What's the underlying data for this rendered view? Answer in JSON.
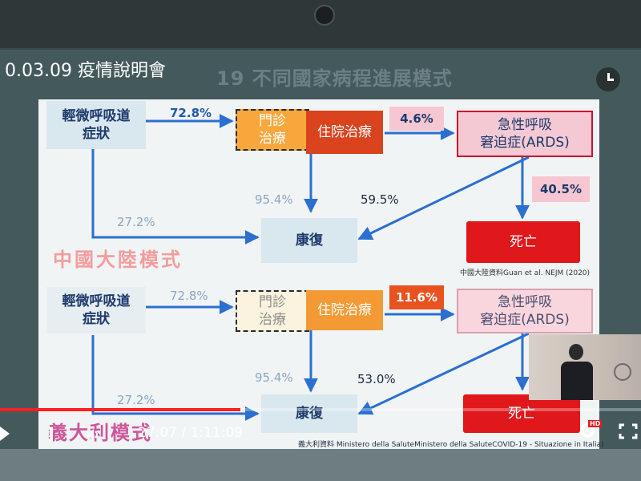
{
  "video": {
    "title": "0.03.09 疫情說明會",
    "slide_heading": "19 不同國家病程進展模式",
    "time_current": "27:07",
    "time_separator": " / ",
    "time_total": "1:11:09",
    "progress_fraction": 0.375,
    "hd_badge": "HD",
    "overlay_text": "義大利模式"
  },
  "colors": {
    "progress": "#ff1f1f",
    "death": "#e0171b",
    "inpatient_china": "#d9431e",
    "inpatient_italy": "#f39a34",
    "region_label": "#f39c9c",
    "percent_blue": "#1f5aa8"
  },
  "diagram_china": {
    "start": "輕微呼吸道\n症狀",
    "outpatient": "門診\n治療",
    "inpatient": "住院治療",
    "ards": "急性呼吸\n窘迫症(ARDS)",
    "recovery": "康復",
    "death": "死亡",
    "pct_start_to_outpatient": "72.8%",
    "pct_inpatient_to_ards": "4.6%",
    "pct_ards_to_death": "40.5%",
    "pct_to_recovery_from_inpatient": "95.4%",
    "pct_ards_to_recovery": "59.5%",
    "pct_start_to_recovery": "27.2%",
    "region_label": "中國大陸模式",
    "citation": "中國大陸資料Guan et al. NEJM (2020)"
  },
  "diagram_italy": {
    "start": "輕微呼吸道\n症狀",
    "outpatient": "門診\n治療",
    "inpatient": "住院治療",
    "ards": "急性呼吸\n窘迫症(ARDS)",
    "recovery": "康復",
    "death": "死亡",
    "pct_start_to_outpatient": "72.8%",
    "pct_inpatient_to_ards": "11.6%",
    "pct_to_recovery_from_inpatient": "95.4%",
    "pct_ards_to_recovery": "53.0%",
    "pct_start_to_recovery": "27.2%",
    "citation": "義大利資料 Ministero della SaluteMinistero della SaluteCOVID-19 - Situazione in Italia)"
  },
  "icons": {
    "clock": "clock-icon",
    "play": "play-icon",
    "next": "next-icon",
    "volume": "volume-icon",
    "settings": "gear-icon",
    "fullscreen": "fullscreen-icon",
    "camera": "webcam-icon"
  }
}
